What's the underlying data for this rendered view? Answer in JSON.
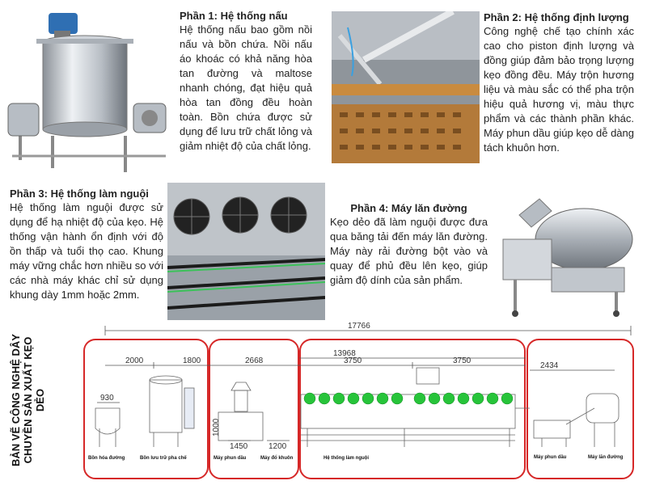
{
  "sections": [
    {
      "title": "Phần 1: Hệ thống nấu",
      "body": "Hệ thống nấu bao gồm nồi nấu và bồn chứa. Nồi nấu áo khoác có khả năng hòa tan đường và maltose nhanh chóng, đạt hiệu quả hòa tan đồng đều hoàn toàn. Bồn chứa được sử dụng để lưu trữ chất lỏng và giảm nhiệt độ của chất lỏng."
    },
    {
      "title": "Phần 2: Hệ thống định lượng",
      "body": "Công nghệ chế tạo chính xác cao cho piston định lượng và đồng giúp đảm bảo trọng lượng kẹo đồng đều. Máy trộn hương liệu và màu sắc có thể pha trộn hiệu quả hương vị, màu thực phẩm và các thành phần khác. Máy phun dầu giúp kẹo dễ dàng tách khuôn hơn."
    },
    {
      "title": "Phần 3: Hệ thống làm nguội",
      "body": "Hệ thống làm nguội được sử dụng để hạ nhiệt độ của kẹo. Hệ thống vận hành ổn định với độ ồn thấp và tuổi thọ cao. Khung máy vững chắc hơn nhiều so với các nhà máy khác chỉ sử dụng khung dày 1mm hoặc 2mm."
    },
    {
      "title": "Phần 4: Máy lăn đường",
      "body": "Kẹo dẻo đã làm nguội được đưa qua băng tải đến máy lăn đường. Máy này rải đường bột vào và quay để phủ đều lên kẹo, giúp giảm độ dính của sản phẩm."
    }
  ],
  "drawing": {
    "title": "BẢN VẼ CÔNG NGHỆ DÂY CHUYỀN SẢN XUẤT KẸO DẺO",
    "dimensions": {
      "total": "17766",
      "cooling_total": "13968",
      "d2000": "2000",
      "d1800": "1800",
      "d2668": "2668",
      "d3750a": "3750",
      "d3750b": "3750",
      "d2434": "2434",
      "d930": "930",
      "d1450": "1450",
      "d1200": "1200",
      "d1000": "1000"
    },
    "labels": [
      "Bồn hóa đường",
      "Bồn lưu trữ pha chế",
      "Máy phun dầu",
      "Máy đổ khuôn",
      "Hệ thống làm nguội",
      "Máy phun dầu",
      "Máy lăn đường"
    ]
  },
  "colors": {
    "region_border": "#d62828",
    "fan_green": "#27c43a",
    "steel": "#c7ccd2"
  }
}
